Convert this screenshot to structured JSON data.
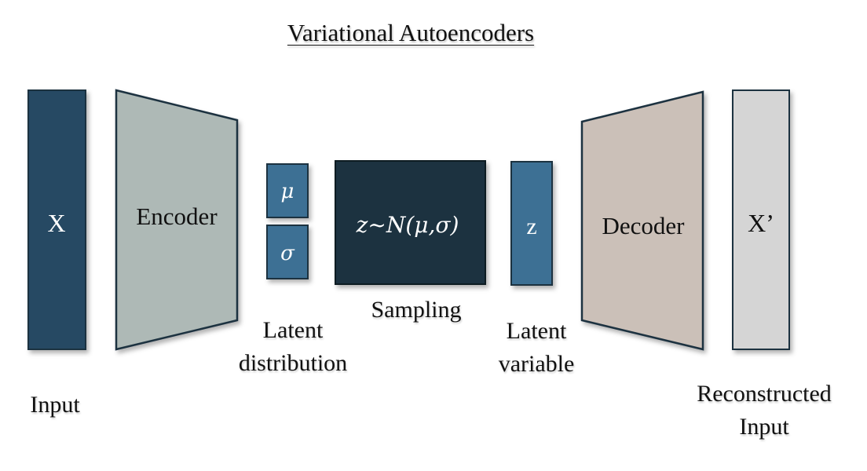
{
  "title": "Variational Autoencoders",
  "blocks": {
    "input": "X",
    "encoder": "Encoder",
    "mu": "μ",
    "sigma": "σ",
    "sampling": "z~N(μ,σ)",
    "latent_variable": "z",
    "decoder": "Decoder",
    "output": "X’"
  },
  "captions": {
    "input": "Input",
    "latent_distribution": [
      "Latent",
      "distribution"
    ],
    "sampling": "Sampling",
    "latent_variable": [
      "Latent",
      "variable"
    ],
    "reconstructed_input": [
      "Reconstructed",
      "Input"
    ]
  },
  "colors": {
    "input_block": "#264a63",
    "encoder_block": "#aeb9b6",
    "mu_sigma_blocks": "#3e7094",
    "sampling_block": "#1b303f",
    "latent_variable_block": "#3e7094",
    "decoder_block": "#cbc0b8",
    "output_block": "#d5d5d5",
    "outline": "#1e3040"
  }
}
